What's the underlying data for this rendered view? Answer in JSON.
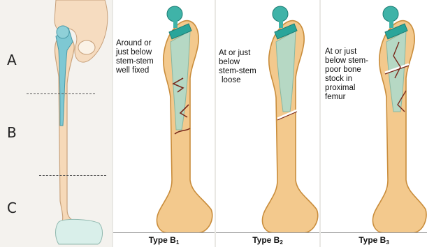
{
  "zones": {
    "a": "A",
    "b": "B",
    "c": "C"
  },
  "panels": [
    {
      "type_label": "Type B",
      "type_subscript": "1",
      "description": [
        "Around or",
        "just below",
        "stem-stem",
        "well fixed"
      ]
    },
    {
      "type_label": "Type B",
      "type_subscript": "2",
      "description": [
        "At or just",
        "below",
        "stem-stem",
        "loose"
      ]
    },
    {
      "type_label": "Type B",
      "type_subscript": "3",
      "description": [
        "At or just",
        "below stem-",
        "poor bone",
        "stock in",
        "proximal",
        "femur"
      ]
    }
  ],
  "colors": {
    "bone": "#f3c98d",
    "bone_edge": "#c98d3c",
    "implant_head": "#3fb3a8",
    "stem": "#a8dcd2",
    "fracture": "#7a2a1c",
    "divider": "#555555"
  }
}
